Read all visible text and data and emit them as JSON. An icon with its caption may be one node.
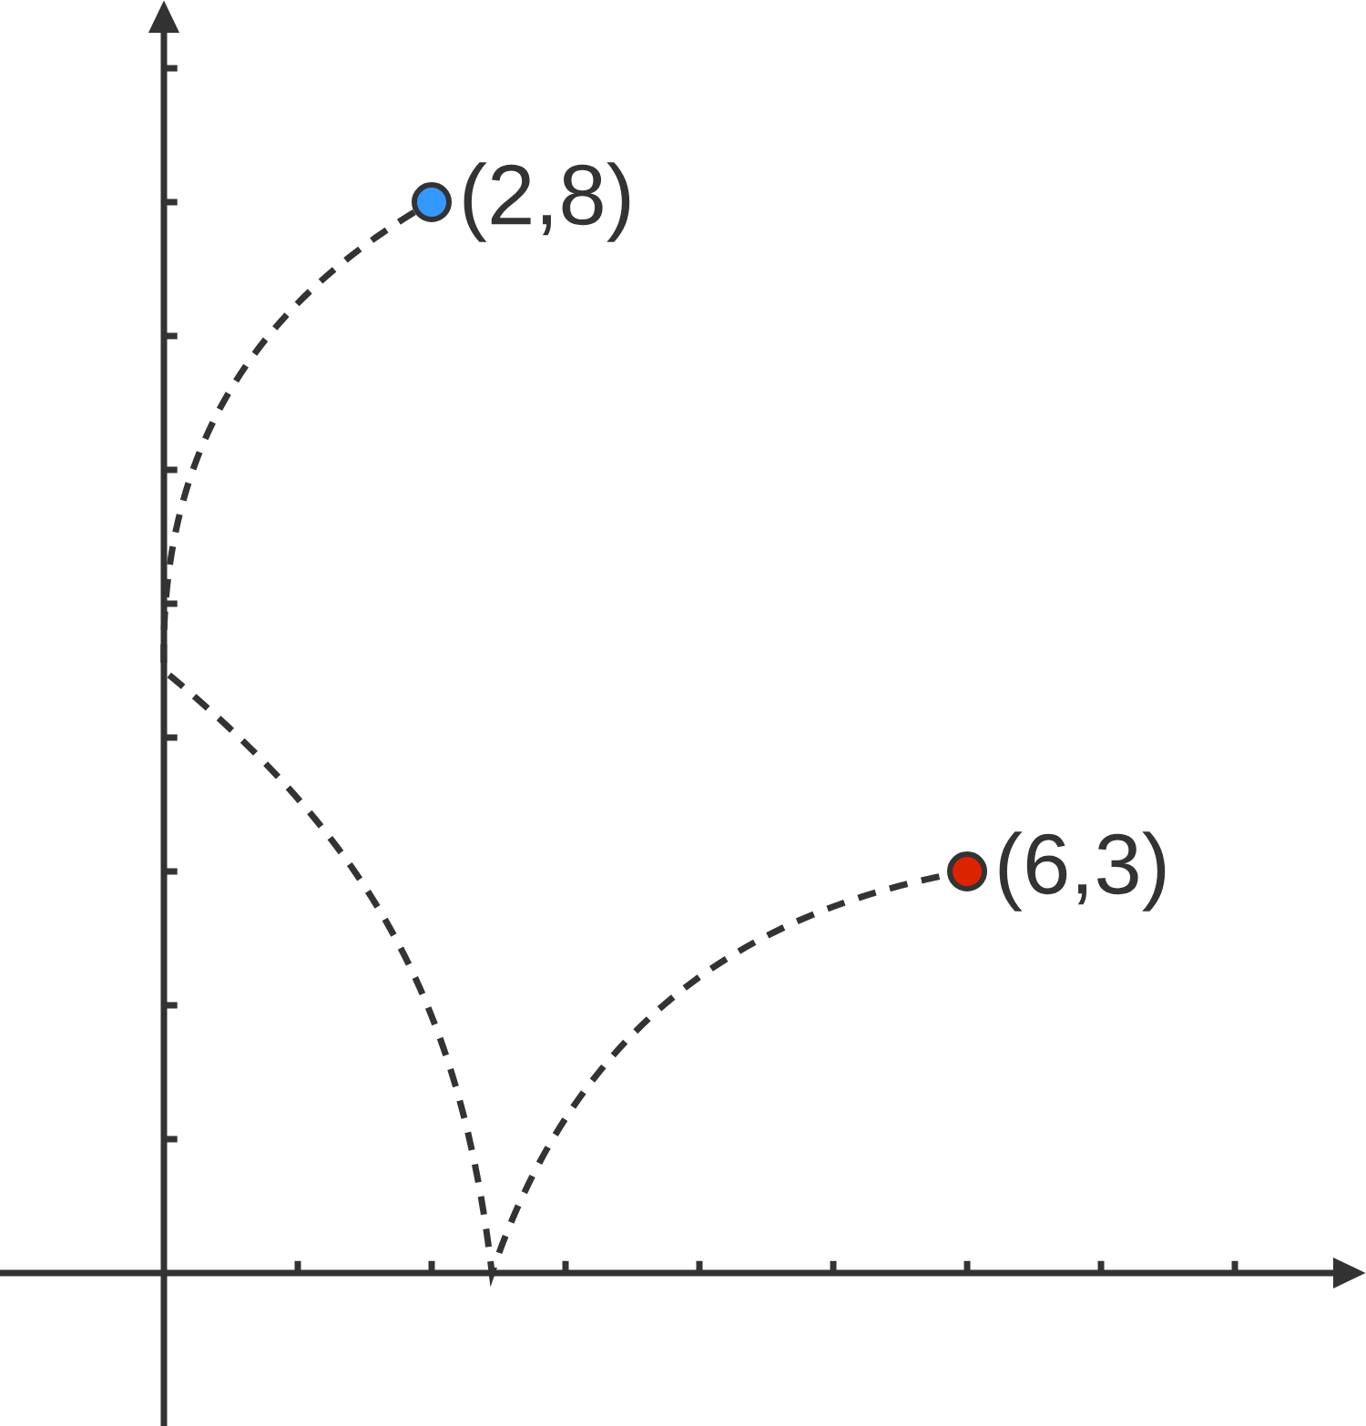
{
  "diagram": {
    "nodes": [
      {
        "text": [],
        "shape": "circle",
        "beside": [
          "(2,8)"
        ]
      },
      {
        "text": [],
        "shape": "circle",
        "beside": [
          "(6,3)"
        ]
      }
    ],
    "edges": [
      {
        "from": 0,
        "to": 1,
        "arrow": "none",
        "style": "dashed"
      }
    ]
  }
}
